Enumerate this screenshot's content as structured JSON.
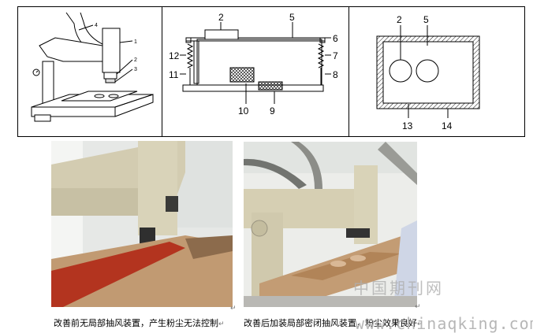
{
  "figure_a": {
    "callouts": [
      "4",
      "1",
      "2",
      "3"
    ]
  },
  "figure_b": {
    "callouts": [
      "2",
      "5",
      "6",
      "12",
      "7",
      "11",
      "8",
      "10",
      "9"
    ]
  },
  "figure_c": {
    "callouts": [
      "2",
      "5",
      "13",
      "14"
    ]
  },
  "photos": {
    "before_caption": "改善前无局部抽风装置，产生粉尘无法控制",
    "after_caption": "改善后加装局部密闭抽风装置，粉尘效果良好",
    "paragraph_mark": "↵"
  },
  "watermark": {
    "cn": "中国期刊网",
    "url": "www.chinaqking.com"
  },
  "colors": {
    "wood": "#c9a27a",
    "red_strip": "#b3341f",
    "machine": "#d8d2b8",
    "wall": "#e9ebea"
  }
}
